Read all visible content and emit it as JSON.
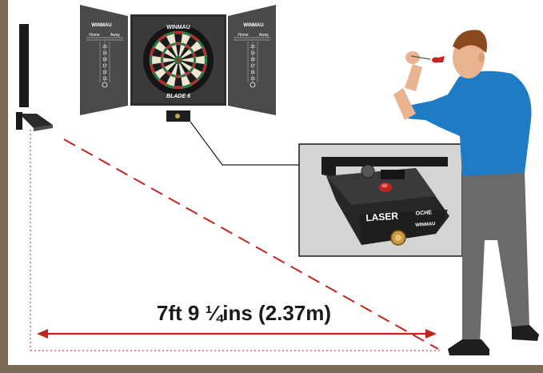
{
  "brand": "WINMAU",
  "board_model": "BLADE 6",
  "product_name": "LASER",
  "product_subtitle": "OCHE",
  "scoreboard": {
    "headers": [
      "Home",
      "Away"
    ],
    "numbers": [
      "20",
      "19",
      "18",
      "17",
      "16",
      "15",
      "B"
    ]
  },
  "distance_label": "7ft 9 ¼ins (2.37m)",
  "colors": {
    "cabinet": "#4a4a4a",
    "floor_wall": "#7a6a55",
    "laser": "#c0261f",
    "shirt": "#1f7bc4",
    "trousers": "#6a6a6a"
  }
}
